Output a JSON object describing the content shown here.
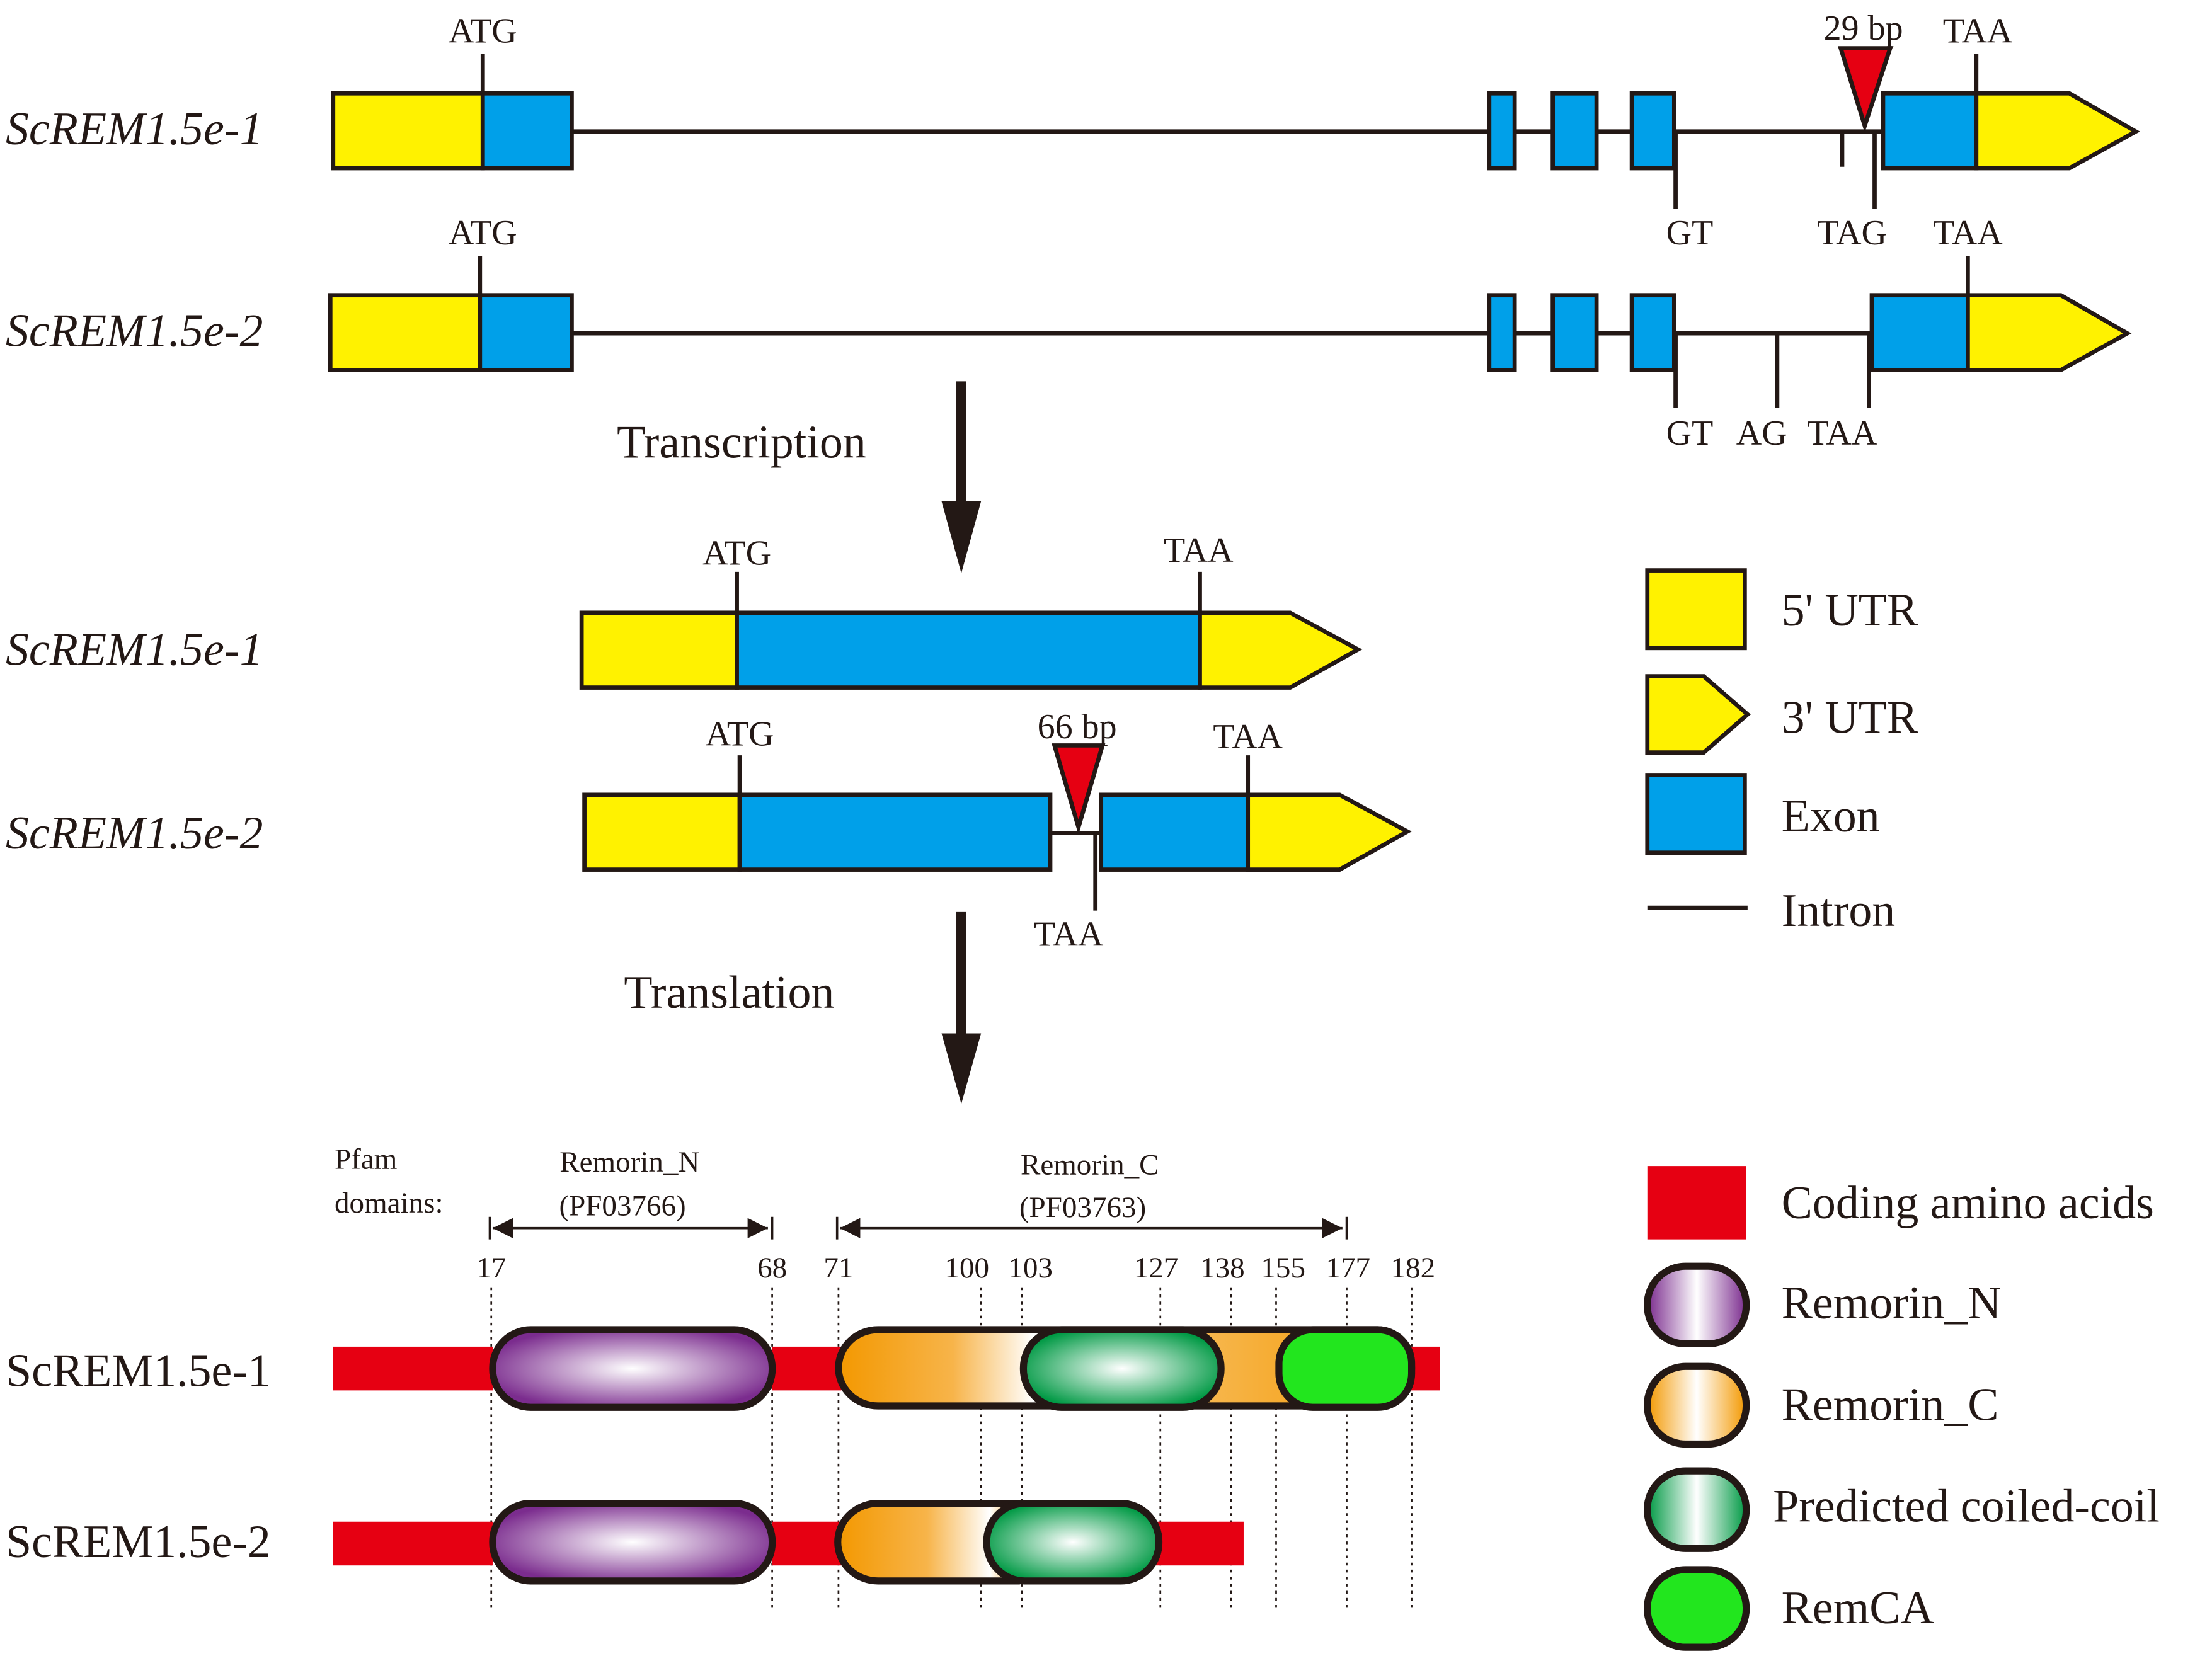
{
  "genes": {
    "g1": {
      "name": "ScREM1.5e-1",
      "atg": "ATG",
      "taa": "TAA",
      "gt": "GT",
      "tag": "TAG",
      "insert": "29 bp"
    },
    "g2": {
      "name": "ScREM1.5e-2",
      "atg": "ATG",
      "taa": "TAA",
      "gt": "GT",
      "ag": "AG",
      "taa_intron": "TAA"
    }
  },
  "steps": {
    "transcription": "Transcription",
    "translation": "Translation"
  },
  "mrna": {
    "m1": {
      "name": "ScREM1.5e-1",
      "atg": "ATG",
      "taa": "TAA"
    },
    "m2": {
      "name": "ScREM1.5e-2",
      "atg": "ATG",
      "taa": "TAA",
      "taa_stop": "TAA",
      "insert": "66 bp"
    }
  },
  "legend1": {
    "utr5": "5' UTR",
    "utr3": "3' UTR",
    "exon": "Exon",
    "intron": "Intron"
  },
  "protein": {
    "pfam_label_1": "Pfam",
    "pfam_label_2": "domains:",
    "remorin_n_name": "Remorin_N",
    "remorin_n_id": "(PF03766)",
    "remorin_c_name": "Remorin_C",
    "remorin_c_id": "(PF03763)",
    "positions": [
      "17",
      "68",
      "71",
      "100",
      "103",
      "127",
      "138",
      "155",
      "177",
      "182"
    ],
    "p1_name": "ScREM1.5e-1",
    "p2_name": "ScREM1.5e-2"
  },
  "legend2": {
    "coding": "Coding amino acids",
    "remorin_n": "Remorin_N",
    "remorin_c": "Remorin_C",
    "coiled_coil": "Predicted coiled-coil",
    "remca": "RemCA"
  },
  "colors": {
    "utr": "#FFF200",
    "exon": "#00A0E9",
    "coding": "#E60012",
    "remorin_n": "#7B2C8E",
    "remorin_c": "#F39800",
    "coiled_coil": "#009944",
    "remca": "#22E61E",
    "insert_marker": "#E60012",
    "arrow": "#231815"
  }
}
